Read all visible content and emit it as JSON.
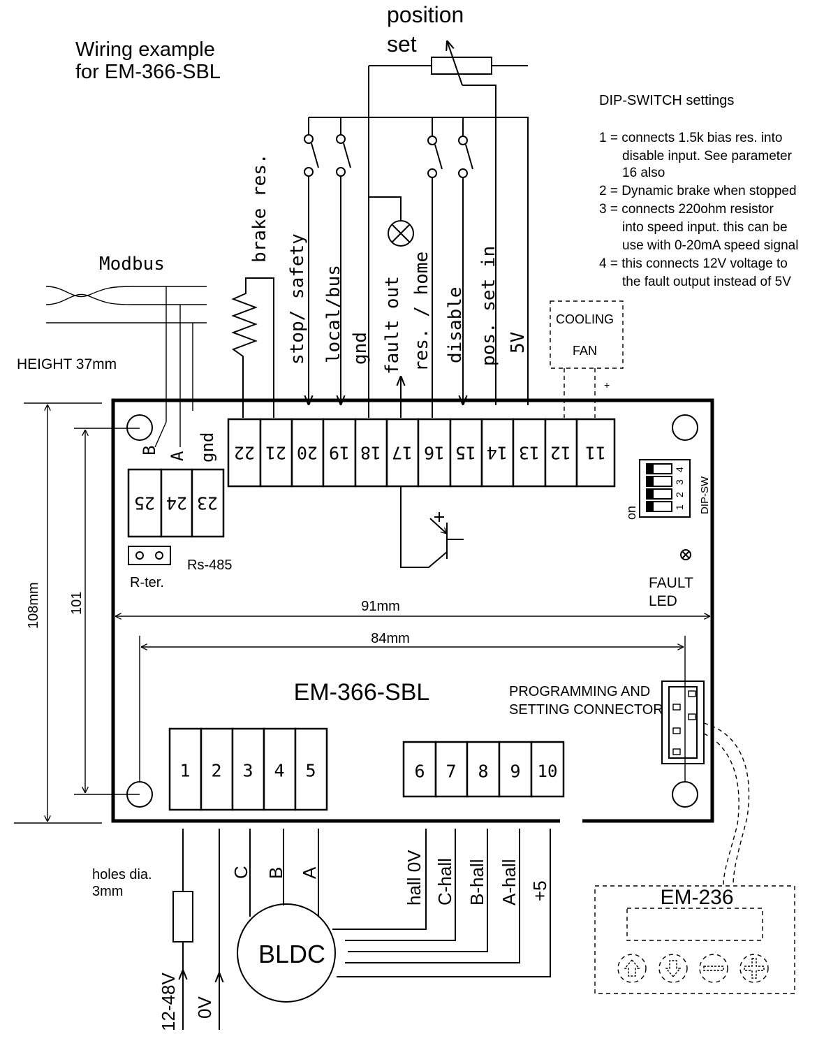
{
  "title": {
    "line1": "Wiring example",
    "line2": "for EM-366-SBL"
  },
  "position_set": {
    "line1": "position",
    "line2": "set"
  },
  "dip_notes": {
    "heading": "DIP-SWITCH settings",
    "lines": [
      "1 = connects 1.5k bias res. into",
      "disable input. See parameter",
      "16 also",
      "2 = Dynamic brake when stopped",
      "3 = connects 220ohm resistor",
      "into speed input. this can be",
      "use with 0-20mA speed signal",
      "4 = this connects 12V voltage to",
      "the fault output instead of  5V"
    ]
  },
  "modbus": "Modbus",
  "height": "HEIGHT 37mm",
  "brake_res": "brake res.",
  "signals": {
    "stop_safety": "stop/ safety",
    "local_bus": "local/bus",
    "gnd": "gnd",
    "fault_out": "fault out",
    "res_home": "res. / home",
    "disable": "disable",
    "pos_set_in": "pos. set  in",
    "five_v": "5V"
  },
  "cooling_fan": {
    "line1": "COOLING",
    "line2": "FAN",
    "plus": "+"
  },
  "top_terminals": [
    "22",
    "21",
    "20",
    "19",
    "18",
    "17",
    "16",
    "15",
    "14",
    "13",
    "12",
    "11"
  ],
  "rs485_terminals": [
    "25",
    "24",
    "23"
  ],
  "rs485_labels": [
    "B",
    "A",
    "gnd"
  ],
  "rs485": "Rs-485",
  "r_ter": "R-ter.",
  "dip_sw": {
    "label": "DIP-SW",
    "on": "on",
    "numbers": [
      "1",
      "2",
      "3",
      "4"
    ]
  },
  "fault_led": {
    "line1": "FAULT",
    "line2": "LED"
  },
  "dims": {
    "w91": "91mm",
    "w84": "84mm",
    "h108": "108mm",
    "h101": "101"
  },
  "board_name": "EM-366-SBL",
  "prog_connector": {
    "line1": "PROGRAMMING AND",
    "line2": "SETTING CONNECTOR"
  },
  "bottom_terminals_a": [
    "1",
    "2",
    "3",
    "4",
    "5"
  ],
  "bottom_terminals_b": [
    "6",
    "7",
    "8",
    "9",
    "10"
  ],
  "holes": {
    "line1": "holes dia.",
    "line2": "3mm"
  },
  "motor_phases": [
    "C",
    "B",
    "A"
  ],
  "hall_labels": [
    "hall 0V",
    "C-hall",
    "B-hall",
    "A-hall",
    "+5"
  ],
  "motor": "BLDC",
  "power": {
    "supply": "12-48V",
    "zero": "0V"
  },
  "em236": "EM-236"
}
